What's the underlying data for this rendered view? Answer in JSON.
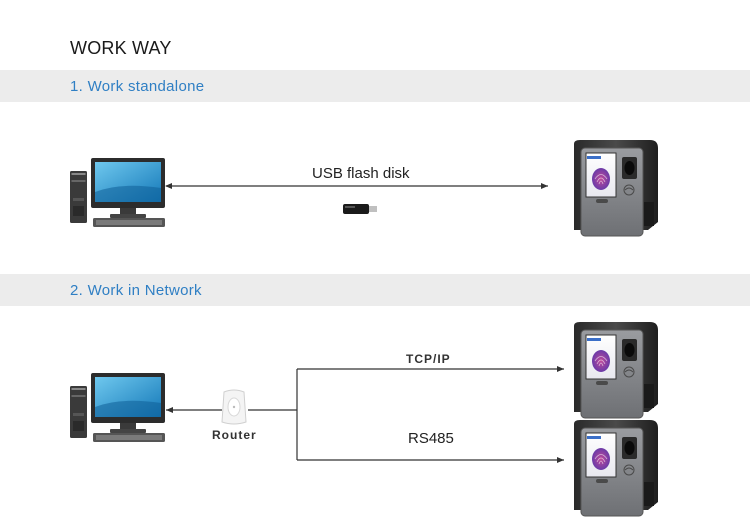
{
  "header": {
    "title": "WORK WAY"
  },
  "sections": [
    {
      "heading": "1. Work standalone",
      "connection_label": "USB flash disk"
    },
    {
      "heading": "2. Work in Network",
      "hub_label": "Router",
      "links": [
        "TCP/IP",
        "RS485"
      ]
    }
  ],
  "device_screen_text": "fingerprint",
  "colors": {
    "heading": "#2f7fc4",
    "band": "#ececec",
    "line": "#333333"
  },
  "icons": [
    "computer-icon",
    "usb-drive-icon",
    "router-icon",
    "fingerprint-terminal-icon"
  ]
}
